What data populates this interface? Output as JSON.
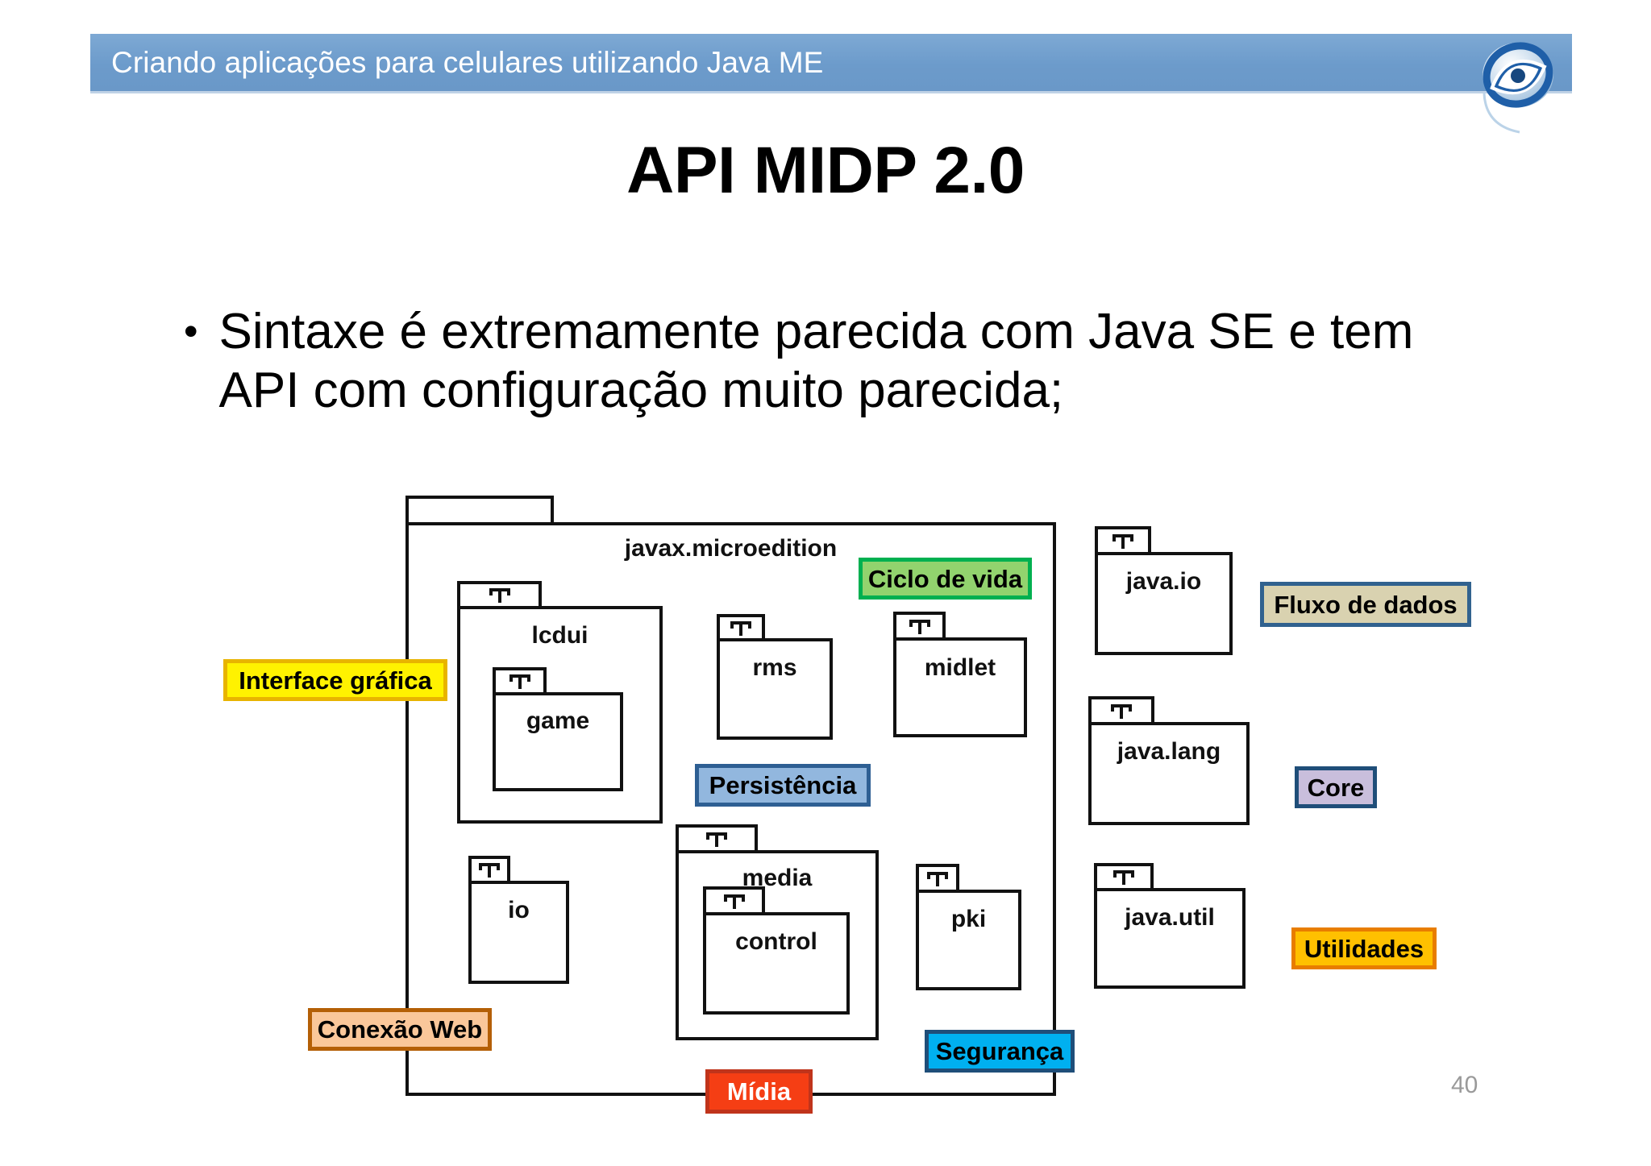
{
  "header": {
    "title": "Criando aplicações para celulares utilizando Java ME",
    "band_color": "#6E9CCB",
    "logo_icon": "eye-logo-icon"
  },
  "slide": {
    "title": "API MIDP 2.0",
    "bullet_marker": "•",
    "bullet_text": "Sintaxe é extremamente parecida com Java SE e tem API com configuração muito parecida;",
    "page_number": "40"
  },
  "diagram": {
    "type": "uml-package-diagram",
    "outer_package": {
      "label": "javax.microedition",
      "tab_glyph": "package-tab-icon"
    },
    "packages": [
      {
        "id": "lcdui",
        "label": "lcdui",
        "tab_glyph": "package-tab-icon"
      },
      {
        "id": "game",
        "label": "game",
        "tab_glyph": "package-tab-icon"
      },
      {
        "id": "rms",
        "label": "rms",
        "tab_glyph": "package-tab-icon"
      },
      {
        "id": "midlet",
        "label": "midlet",
        "tab_glyph": "package-tab-icon"
      },
      {
        "id": "io",
        "label": "io",
        "tab_glyph": "package-tab-icon"
      },
      {
        "id": "media",
        "label": "media",
        "tab_glyph": "package-tab-icon"
      },
      {
        "id": "control",
        "label": "control",
        "tab_glyph": "package-tab-icon"
      },
      {
        "id": "pki",
        "label": "pki",
        "tab_glyph": "package-tab-icon"
      },
      {
        "id": "java_io",
        "label": "java.io",
        "tab_glyph": "package-tab-icon"
      },
      {
        "id": "java_lang",
        "label": "java.lang",
        "tab_glyph": "package-tab-icon"
      },
      {
        "id": "java_util",
        "label": "java.util",
        "tab_glyph": "package-tab-icon"
      }
    ],
    "callouts": [
      {
        "id": "interface-grafica",
        "label": "Interface gráfica",
        "fill": "#FFF200",
        "border": "#E8B400",
        "text_color": "#000000"
      },
      {
        "id": "ciclo-de-vida",
        "label": "Ciclo de vida",
        "fill": "#92D36E",
        "border": "#00B050",
        "text_color": "#000000"
      },
      {
        "id": "fluxo-de-dados",
        "label": "Fluxo de dados",
        "fill": "#D9D2B0",
        "border": "#31628F",
        "text_color": "#000000"
      },
      {
        "id": "persistencia",
        "label": "Persistência",
        "fill": "#92B7DE",
        "border": "#2E5F93",
        "text_color": "#000000"
      },
      {
        "id": "core",
        "label": "Core",
        "fill": "#C9BEDC",
        "border": "#1F4E79",
        "text_color": "#000000"
      },
      {
        "id": "utilidades",
        "label": "Utilidades",
        "fill": "#FFC000",
        "border": "#E87D00",
        "text_color": "#000000"
      },
      {
        "id": "conexao-web",
        "label": "Conexão Web",
        "fill": "#FAC79A",
        "border": "#B45F06",
        "text_color": "#000000"
      },
      {
        "id": "seguranca",
        "label": "Segurança",
        "fill": "#00B0F0",
        "border": "#1F4E79",
        "text_color": "#000000"
      },
      {
        "id": "midia",
        "label": "Mídia",
        "fill": "#F53E14",
        "border": "#C0341B",
        "text_color": "#FFFFFF"
      }
    ]
  }
}
